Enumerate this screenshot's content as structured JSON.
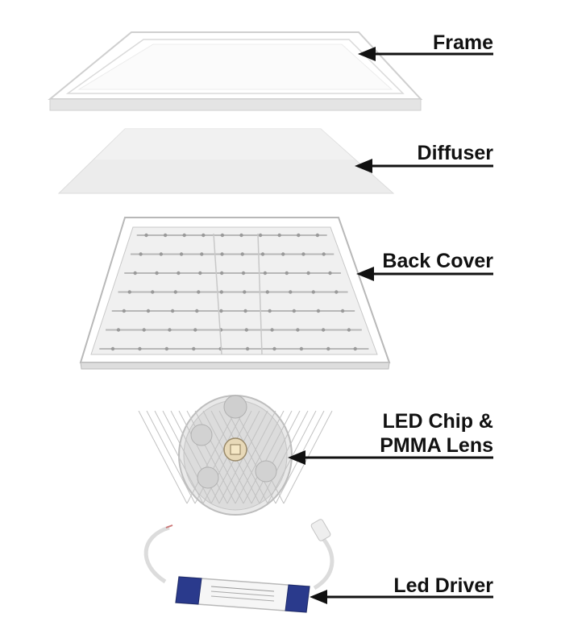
{
  "components": [
    {
      "id": "frame",
      "label": "Frame"
    },
    {
      "id": "diffuser",
      "label": "Diffuser"
    },
    {
      "id": "back-cover",
      "label": "Back Cover"
    },
    {
      "id": "led-chip",
      "label_lines": [
        "LED Chip &",
        "PMMA Lens"
      ]
    },
    {
      "id": "led-driver",
      "label": "Led Driver"
    }
  ],
  "colors": {
    "label_text": "#111111",
    "arrow": "#111111",
    "frame_edge": "#d8d8d8",
    "panel_fill": "#f2f2f2",
    "driver_body": "#f4f4f4",
    "driver_cap": "#2a3a8c"
  }
}
